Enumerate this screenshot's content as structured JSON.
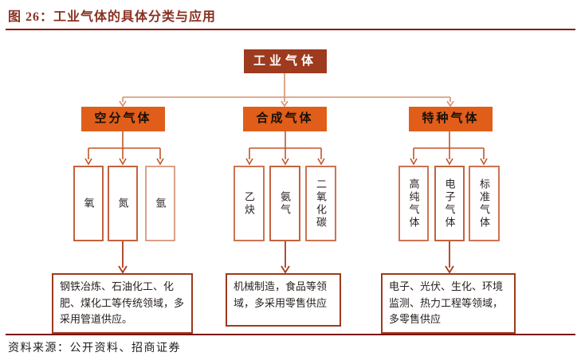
{
  "figure": {
    "title": "图 26：工业气体的具体分类与应用",
    "source": "资料来源：公开资料、招商证券"
  },
  "root": {
    "label": "工业气体"
  },
  "branches": [
    {
      "label": "空分气体",
      "children": [
        "氧",
        "氮",
        "氩"
      ],
      "application": "钢铁冶炼、石油化工、化肥、煤化工等传统领域，多采用管道供应。"
    },
    {
      "label": "合成气体",
      "children": [
        "乙炔",
        "氨气",
        "二氧化碳"
      ],
      "application": "机械制造，食品等领域，多采用零售供应"
    },
    {
      "label": "特种气体",
      "children": [
        "高纯气体",
        "电子气体",
        "标准气体"
      ],
      "application": "电子、光伏、生化、环境监测、热力工程等领域，多零售供应"
    }
  ],
  "colors": {
    "root_box": "#9e3a1d",
    "branch_box": "#e05e1a",
    "top_connector": "#d8906f",
    "branch_connector": "#c0572c",
    "app_arrow": "#a83c1c",
    "gas_border": "#c4623e",
    "title_text": "#8a3122",
    "rule": "#8e180c"
  }
}
